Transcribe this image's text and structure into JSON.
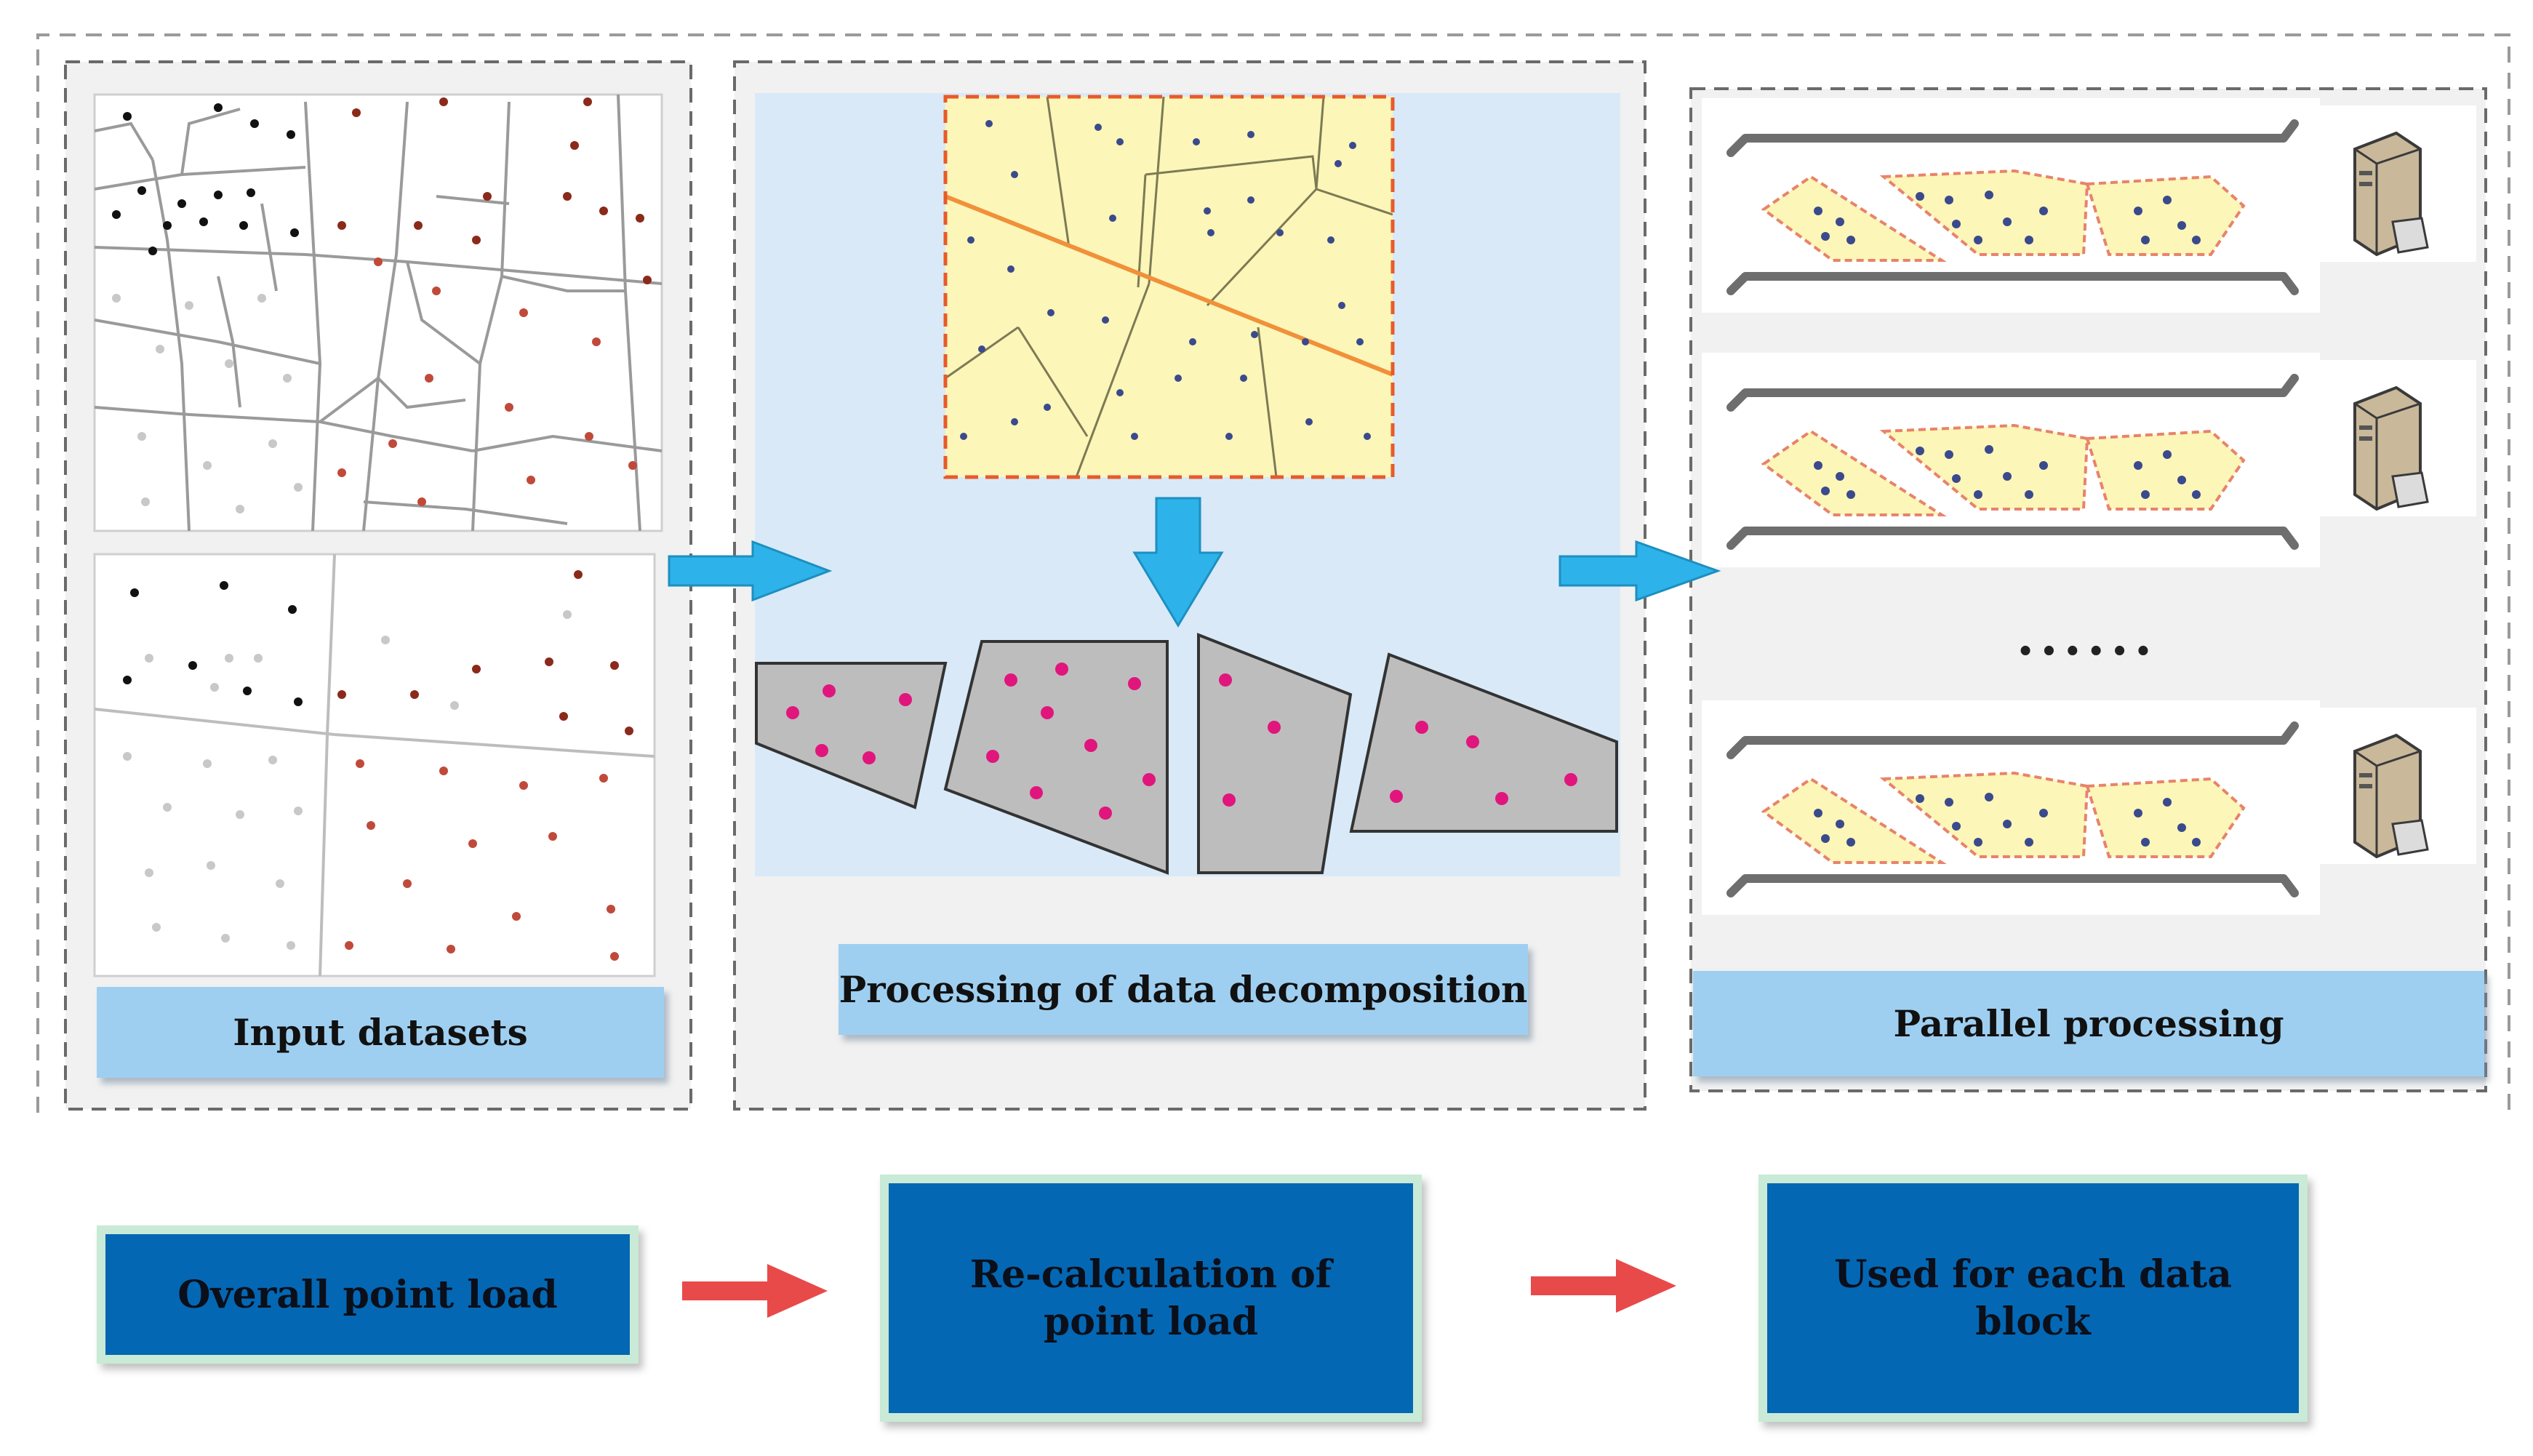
{
  "panels": {
    "input": {
      "label": "Input datasets"
    },
    "decomposition": {
      "label": "Processing of data decomposition"
    },
    "parallel": {
      "label": "Parallel processing",
      "ellipsis": "......"
    }
  },
  "flow": {
    "step1": "Overall point load",
    "step2": "Re-calculation of point load",
    "step3": "Used for each data block"
  },
  "colors": {
    "panel_bg": "#f1f1f1",
    "decomp_bg": "#d9e9f7",
    "label_bg": "#9fcff0",
    "flow_box": "#0467b3",
    "flow_border": "#c9ead6",
    "blue_arrow": "#2db3ea",
    "red_arrow": "#e84a4a",
    "partition_fill": "#fcf6b8",
    "partition_edge": "#e85a2a",
    "block_gray": "#bdbdbd",
    "point_pink": "#e0167d",
    "point_navy": "#3b4a8c"
  },
  "icons": [
    "server-icon",
    "arrow-right-icon",
    "arrow-down-icon"
  ]
}
